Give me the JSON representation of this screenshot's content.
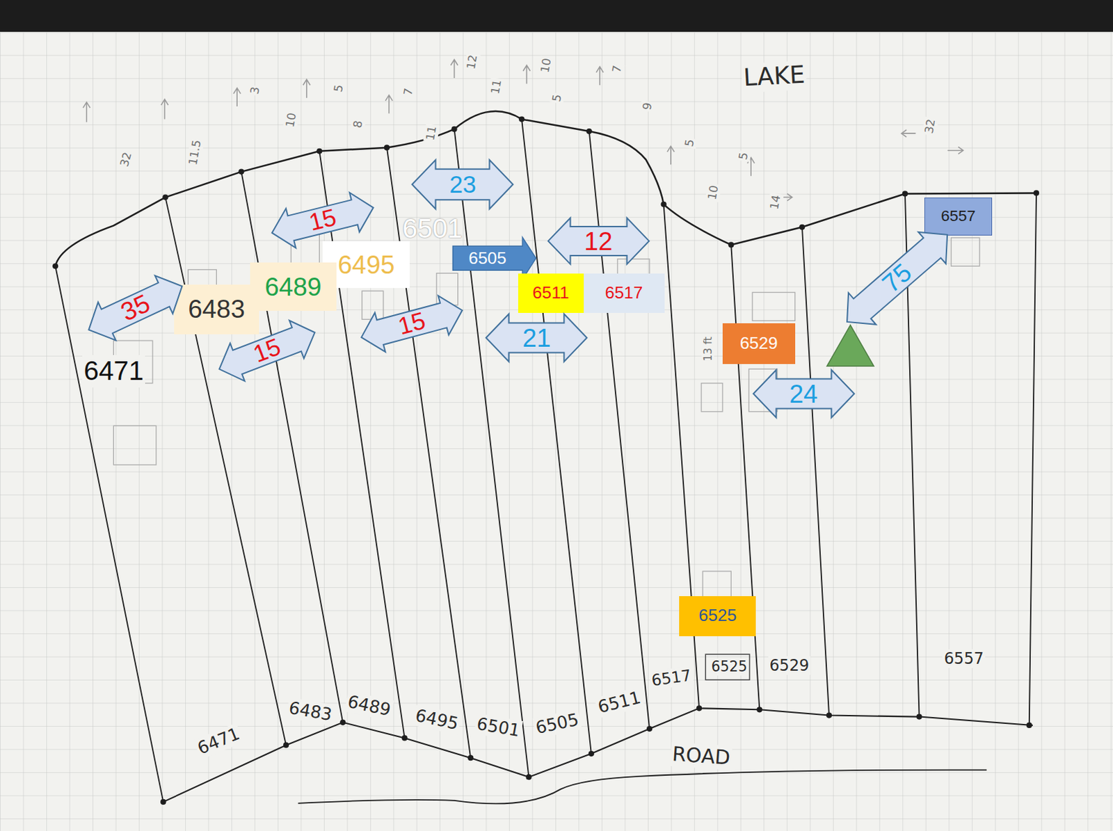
{
  "diagram": {
    "nodes": [
      {
        "text": [
          "23"
        ]
      },
      {
        "text": [
          "6557"
        ]
      },
      {
        "text": [
          "15"
        ]
      },
      {
        "text": [
          "12"
        ]
      },
      {
        "text": [
          "6495"
        ]
      },
      {
        "text": [
          "6505"
        ]
      },
      {
        "text": [
          "6489"
        ]
      },
      {
        "text": [
          "75"
        ]
      },
      {
        "text": [
          "6511"
        ]
      },
      {
        "text": [
          "6517"
        ]
      },
      {
        "text": [
          "6483"
        ]
      },
      {
        "text": [
          "35"
        ]
      },
      {
        "text": [
          "15"
        ]
      },
      {
        "text": [
          "21"
        ]
      },
      {
        "text": [
          "6529"
        ]
      },
      {
        "text": [
          "15"
        ]
      },
      {
        "text": [
          "24"
        ]
      },
      {
        "text": [
          "6525"
        ]
      }
    ],
    "labels": [
      "LAKE",
      "6501",
      "6471",
      "32",
      "11.5",
      "3",
      "10",
      "5",
      "8",
      "7",
      "11",
      "12",
      "11",
      "10",
      "5",
      "7",
      "9",
      "5",
      "10",
      "5",
      "14",
      "32",
      "13 ft",
      "6471",
      "6483",
      "6489",
      "6495",
      "6501",
      "6505",
      "6511",
      "6517",
      "6525",
      "6529",
      "6557",
      "ROAD"
    ]
  }
}
